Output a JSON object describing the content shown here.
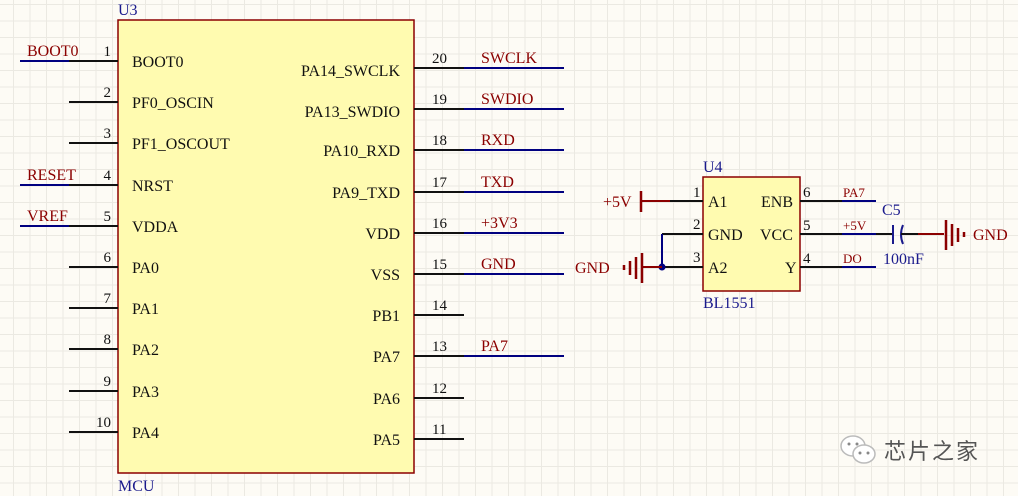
{
  "u3": {
    "designator": "U3",
    "comment": "MCU",
    "left_pins": [
      {
        "num": "1",
        "name": "BOOT0",
        "net": "BOOT0"
      },
      {
        "num": "2",
        "name": "PF0_OSCIN",
        "net": ""
      },
      {
        "num": "3",
        "name": "PF1_OSCOUT",
        "net": ""
      },
      {
        "num": "4",
        "name": "NRST",
        "net": "RESET"
      },
      {
        "num": "5",
        "name": "VDDA",
        "net": "VREF"
      },
      {
        "num": "6",
        "name": "PA0",
        "net": ""
      },
      {
        "num": "7",
        "name": "PA1",
        "net": ""
      },
      {
        "num": "8",
        "name": "PA2",
        "net": ""
      },
      {
        "num": "9",
        "name": "PA3",
        "net": ""
      },
      {
        "num": "10",
        "name": "PA4",
        "net": ""
      }
    ],
    "right_pins": [
      {
        "num": "20",
        "name": "PA14_SWCLK",
        "net": "SWCLK"
      },
      {
        "num": "19",
        "name": "PA13_SWDIO",
        "net": "SWDIO"
      },
      {
        "num": "18",
        "name": "PA10_RXD",
        "net": "RXD"
      },
      {
        "num": "17",
        "name": "PA9_TXD",
        "net": "TXD"
      },
      {
        "num": "16",
        "name": "VDD",
        "net": "+3V3"
      },
      {
        "num": "15",
        "name": "VSS",
        "net": "GND"
      },
      {
        "num": "14",
        "name": "PB1",
        "net": ""
      },
      {
        "num": "13",
        "name": "PA7",
        "net": "PA7"
      },
      {
        "num": "12",
        "name": "PA6",
        "net": ""
      },
      {
        "num": "11",
        "name": "PA5",
        "net": ""
      }
    ]
  },
  "u4": {
    "designator": "U4",
    "comment": "BL1551",
    "left_pins": [
      {
        "num": "1",
        "name": "A1"
      },
      {
        "num": "2",
        "name": "GND"
      },
      {
        "num": "3",
        "name": "A2"
      }
    ],
    "right_pins": [
      {
        "num": "6",
        "name": "ENB",
        "net": "PA7"
      },
      {
        "num": "5",
        "name": "VCC",
        "net": "+5V"
      },
      {
        "num": "4",
        "name": "Y",
        "net": "DO"
      }
    ],
    "power_port_a1": "+5V",
    "power_port_gnd": "GND"
  },
  "c5": {
    "designator": "C5",
    "value": "100nF",
    "gnd_port": "GND"
  },
  "watermark": {
    "icon": "wechat-icon",
    "text": "芯片之家"
  },
  "colors": {
    "component_fill": "#fffbb0",
    "component_border": "#8b0000",
    "wire": "#000080",
    "net_label": "#8b0000",
    "designator": "#1a1a8c",
    "pin": "#111111"
  }
}
